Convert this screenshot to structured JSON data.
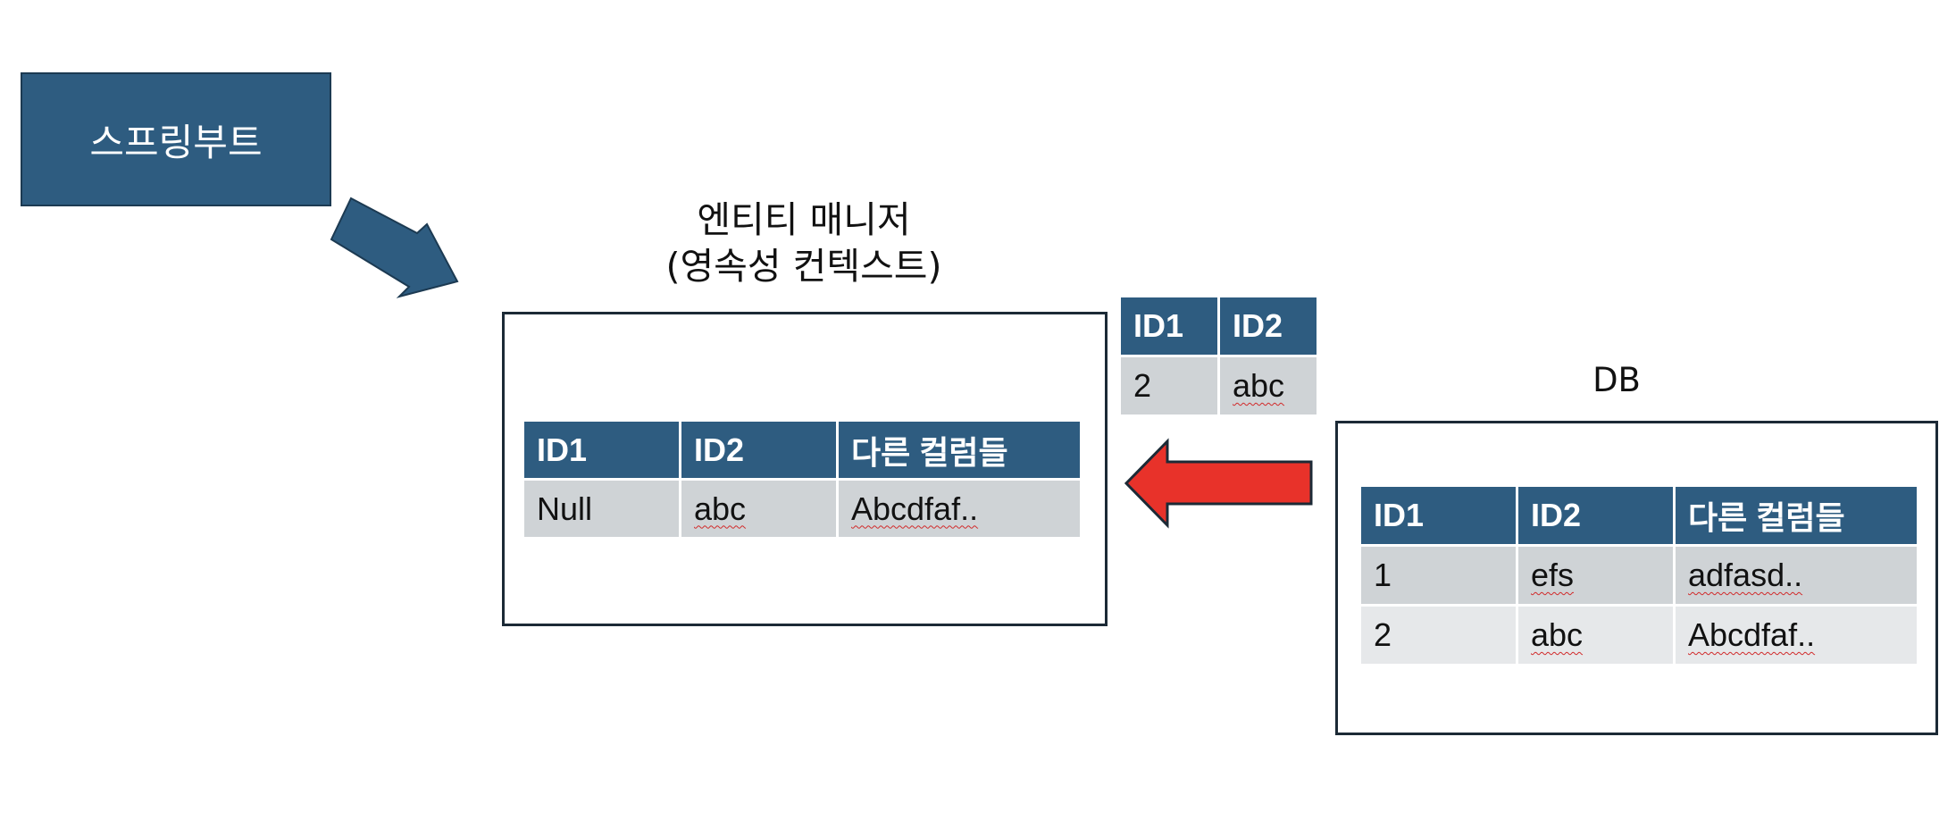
{
  "spring": {
    "label": "스프링부트"
  },
  "entity_manager": {
    "title_line1": "엔티티 매니저",
    "title_line2": "(영속성 컨텍스트)",
    "table": {
      "headers": [
        "ID1",
        "ID2",
        "다른 컬럼들"
      ],
      "rows": [
        [
          "Null",
          "abc",
          "Abcdfaf.."
        ]
      ]
    }
  },
  "transfer": {
    "table": {
      "headers": [
        "ID1",
        "ID2"
      ],
      "rows": [
        [
          "2",
          "abc"
        ]
      ]
    }
  },
  "db": {
    "title": "DB",
    "table": {
      "headers": [
        "ID1",
        "ID2",
        "다른 컬럼들"
      ],
      "rows": [
        [
          "1",
          "efs",
          "adfasd.."
        ],
        [
          "2",
          "abc",
          "Abcdfaf.."
        ]
      ]
    }
  },
  "colors": {
    "primary": "#2e5c80",
    "primary_border": "#1c3a52",
    "return_arrow": "#e8322a",
    "row_dark": "#cfd3d6",
    "row_light": "#e6e8ea"
  },
  "icons": [
    "arrow-down-right-icon",
    "arrow-left-icon"
  ]
}
